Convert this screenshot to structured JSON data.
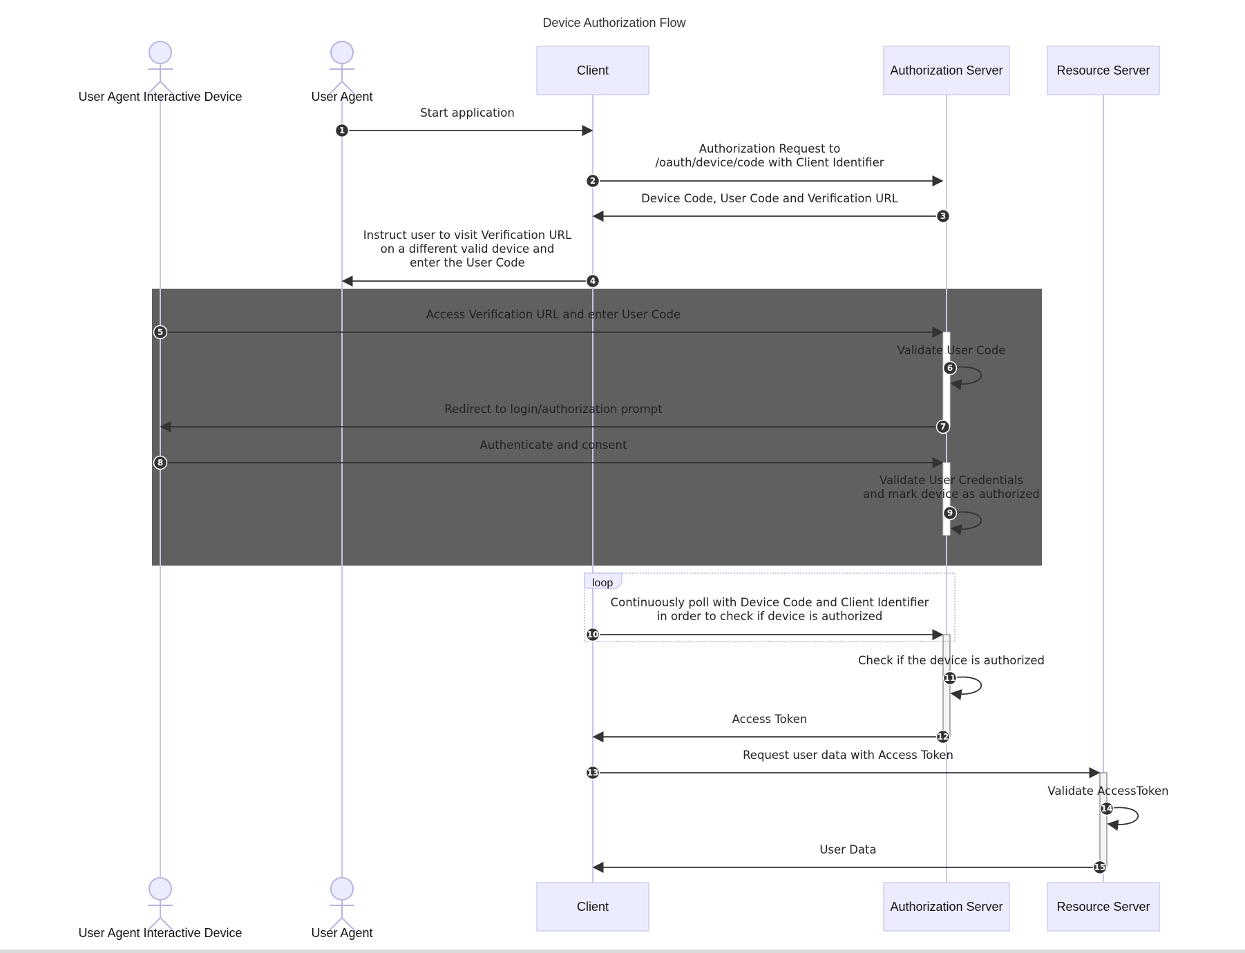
{
  "title": "Device Authorization Flow",
  "colors": {
    "actor_fill": "#ECECFF",
    "lifeline": "#C8C4E8",
    "highlight_fill": "#606060",
    "arrow": "#333333"
  },
  "participants": [
    {
      "id": "uaid",
      "label": "User Agent Interactive Device",
      "shape": "actor"
    },
    {
      "id": "ua",
      "label": "User Agent",
      "shape": "actor"
    },
    {
      "id": "client",
      "label": "Client",
      "shape": "box"
    },
    {
      "id": "as",
      "label": "Authorization Server",
      "shape": "box"
    },
    {
      "id": "rs",
      "label": "Resource Server",
      "shape": "box"
    }
  ],
  "messages": [
    {
      "n": "1",
      "from": "ua",
      "to": "client",
      "lines": [
        "Start application"
      ]
    },
    {
      "n": "2",
      "from": "client",
      "to": "as",
      "lines": [
        "Authorization Request to",
        "/oauth/device/code with Client Identifier"
      ]
    },
    {
      "n": "3",
      "from": "as",
      "to": "client",
      "lines": [
        "Device Code, User Code and Verification URL"
      ]
    },
    {
      "n": "4",
      "from": "client",
      "to": "ua",
      "lines": [
        "Instruct user to visit Verification URL",
        "on a different valid device and",
        "enter the User Code"
      ]
    },
    {
      "n": "5",
      "from": "uaid",
      "to": "as",
      "lines": [
        "Access Verification URL and enter User Code"
      ]
    },
    {
      "n": "6",
      "from": "as",
      "to": "as",
      "lines": [
        "Validate User Code"
      ]
    },
    {
      "n": "7",
      "from": "as",
      "to": "uaid",
      "lines": [
        "Redirect to login/authorization prompt"
      ]
    },
    {
      "n": "8",
      "from": "uaid",
      "to": "as",
      "lines": [
        "Authenticate and consent"
      ]
    },
    {
      "n": "9",
      "from": "as",
      "to": "as",
      "lines": [
        "Validate User Credentials",
        "and mark device as authorized"
      ]
    },
    {
      "n": "10",
      "from": "client",
      "to": "as",
      "lines": [
        "Continuously poll with Device Code and Client Identifier",
        "in order to check if device is authorized"
      ]
    },
    {
      "n": "11",
      "from": "as",
      "to": "as",
      "lines": [
        "Check if the device is authorized"
      ]
    },
    {
      "n": "12",
      "from": "as",
      "to": "client",
      "lines": [
        "Access Token"
      ]
    },
    {
      "n": "13",
      "from": "client",
      "to": "rs",
      "lines": [
        "Request user data with Access Token"
      ]
    },
    {
      "n": "14",
      "from": "rs",
      "to": "rs",
      "lines": [
        "Validate AccessToken"
      ]
    },
    {
      "n": "15",
      "from": "rs",
      "to": "client",
      "lines": [
        "User Data"
      ]
    }
  ],
  "loop": {
    "label": "loop",
    "covers_messages": [
      "10"
    ]
  },
  "highlight_region": {
    "covers_messages": [
      "5",
      "6",
      "7",
      "8",
      "9"
    ]
  }
}
